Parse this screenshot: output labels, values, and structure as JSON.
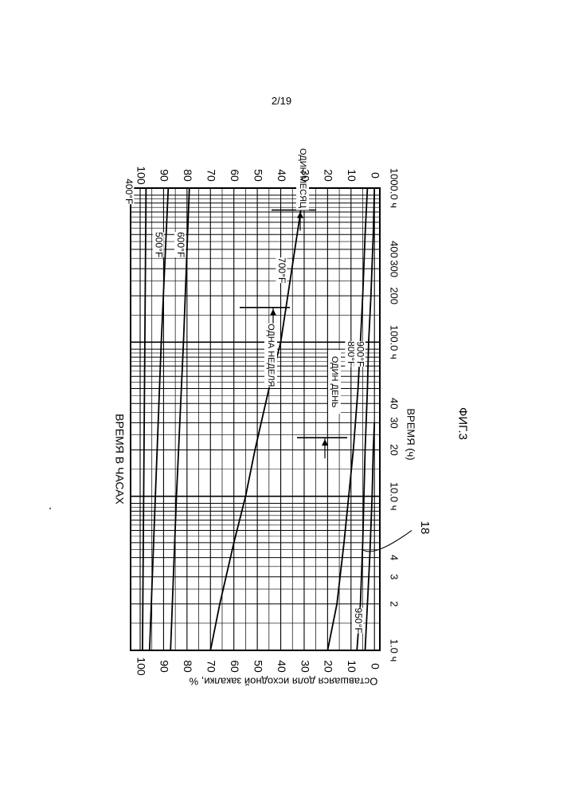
{
  "page": {
    "number": "2/19",
    "figure": "ФИГ.3",
    "reference_numeral": "18"
  },
  "chart_data": {
    "type": "line",
    "title": "ВРЕМЯ В ЧАСАХ",
    "xlabel": "ВРЕМЯ (ч)",
    "ylabel": "Оставшаяся доля исходной закалки, %",
    "x_scale": "log",
    "xlim": [
      1,
      1000
    ],
    "ylim": [
      0,
      100
    ],
    "grid": true,
    "orientation": "rotated 90° clockwise",
    "x_ticks": [
      {
        "v": 1,
        "label": "1.0 ч"
      },
      {
        "v": 2,
        "label": "2"
      },
      {
        "v": 3,
        "label": "3"
      },
      {
        "v": 4,
        "label": "4"
      },
      {
        "v": 10,
        "label": "10.0 ч"
      },
      {
        "v": 20,
        "label": "20"
      },
      {
        "v": 30,
        "label": "30"
      },
      {
        "v": 40,
        "label": "40"
      },
      {
        "v": 100,
        "label": "100.0 ч"
      },
      {
        "v": 200,
        "label": "200"
      },
      {
        "v": 300,
        "label": "300"
      },
      {
        "v": 400,
        "label": "400"
      },
      {
        "v": 1000,
        "label": "1000.0 ч"
      }
    ],
    "y_ticks": [
      100,
      90,
      80,
      70,
      60,
      50,
      40,
      30,
      20,
      10,
      0
    ],
    "series": [
      {
        "name": "400°F",
        "x": [
          1,
          10,
          100,
          1000
        ],
        "y": [
          99,
          98.5,
          98,
          97.5
        ]
      },
      {
        "name": "500°F",
        "x": [
          1,
          10,
          100,
          1000
        ],
        "y": [
          96,
          93.5,
          91,
          88
        ]
      },
      {
        "name": "600°F",
        "x": [
          1,
          10,
          100,
          1000
        ],
        "y": [
          87,
          84.5,
          81.5,
          79
        ]
      },
      {
        "name": "700°F",
        "x": [
          1,
          2,
          5,
          10,
          20,
          50,
          100,
          200,
          500,
          1000
        ],
        "y": [
          70,
          66,
          60,
          55,
          51,
          45,
          40,
          37,
          33,
          30
        ]
      },
      {
        "name": "800°F",
        "x": [
          1,
          2,
          5,
          10,
          20,
          50,
          100,
          200,
          500,
          1000
        ],
        "y": [
          20,
          16,
          13,
          11,
          9,
          7,
          6,
          5,
          4,
          3
        ]
      },
      {
        "name": "900°F",
        "x": [
          1,
          2,
          5,
          10,
          20,
          50,
          100,
          200,
          500,
          1000
        ],
        "y": [
          7.5,
          6,
          5,
          4.5,
          4,
          3,
          2.5,
          1.5,
          0.5,
          0
        ]
      },
      {
        "name": "950°F",
        "x": [
          1,
          2,
          4,
          10,
          20,
          30
        ],
        "y": [
          4,
          3,
          2,
          1,
          0.5,
          0
        ]
      }
    ],
    "annotations": [
      {
        "label": "ОДИН ДЕНЬ",
        "x": 24
      },
      {
        "label": "ОДНА НЕДЕЛЯ",
        "x": 168
      },
      {
        "label": "ОДИН МЕСЯЦ",
        "x": 720
      }
    ]
  }
}
